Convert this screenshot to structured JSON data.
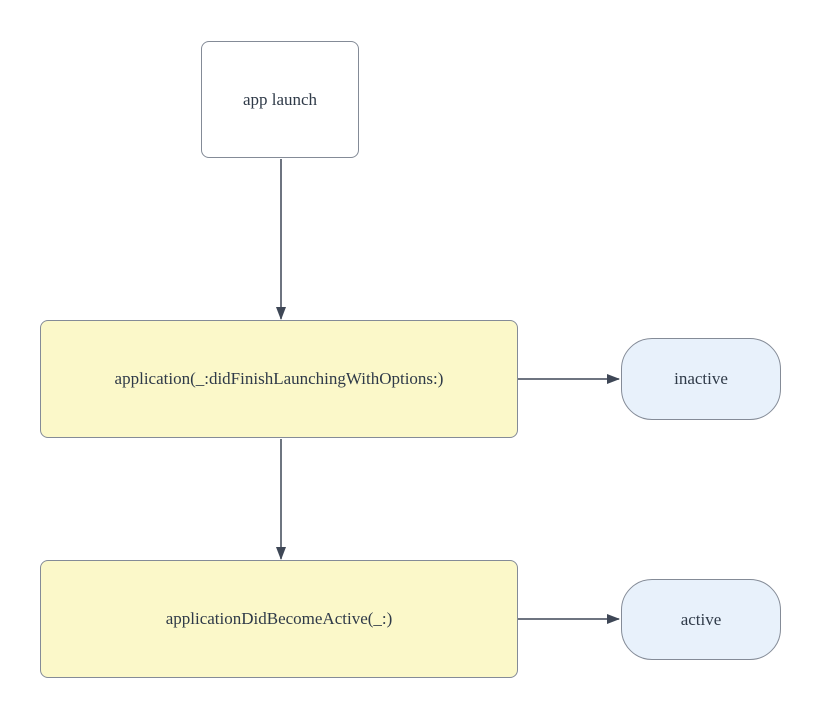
{
  "diagram": {
    "kind": "flowchart",
    "background": "#ffffff",
    "nodes": {
      "app_launch": {
        "label": "app launch",
        "shape": "rounded-rectangle",
        "fill": "#ffffff"
      },
      "did_finish_launching": {
        "label": "application(_:didFinishLaunchingWithOptions:)",
        "shape": "rounded-rectangle",
        "fill": "#fbf8c9"
      },
      "inactive": {
        "label": "inactive",
        "shape": "stadium",
        "fill": "#e8f1fb"
      },
      "did_become_active": {
        "label": "applicationDidBecomeActive(_:)",
        "shape": "rounded-rectangle",
        "fill": "#fbf8c9"
      },
      "active": {
        "label": "active",
        "shape": "stadium",
        "fill": "#e8f1fb"
      }
    },
    "edges": [
      {
        "from": "app_launch",
        "to": "did_finish_launching",
        "direction": "down",
        "style": "solid-arrow"
      },
      {
        "from": "did_finish_launching",
        "to": "inactive",
        "direction": "right",
        "style": "solid-arrow"
      },
      {
        "from": "did_finish_launching",
        "to": "did_become_active",
        "direction": "down",
        "style": "solid-arrow"
      },
      {
        "from": "did_become_active",
        "to": "active",
        "direction": "right",
        "style": "solid-arrow"
      }
    ],
    "colors": {
      "process_fill": "#fbf8c9",
      "state_fill": "#e8f1fb",
      "start_fill": "#ffffff",
      "shape_stroke": "#848b97",
      "arrow_stroke": "#3e4756",
      "text": "#2f3a48",
      "background": "#ffffff"
    }
  }
}
